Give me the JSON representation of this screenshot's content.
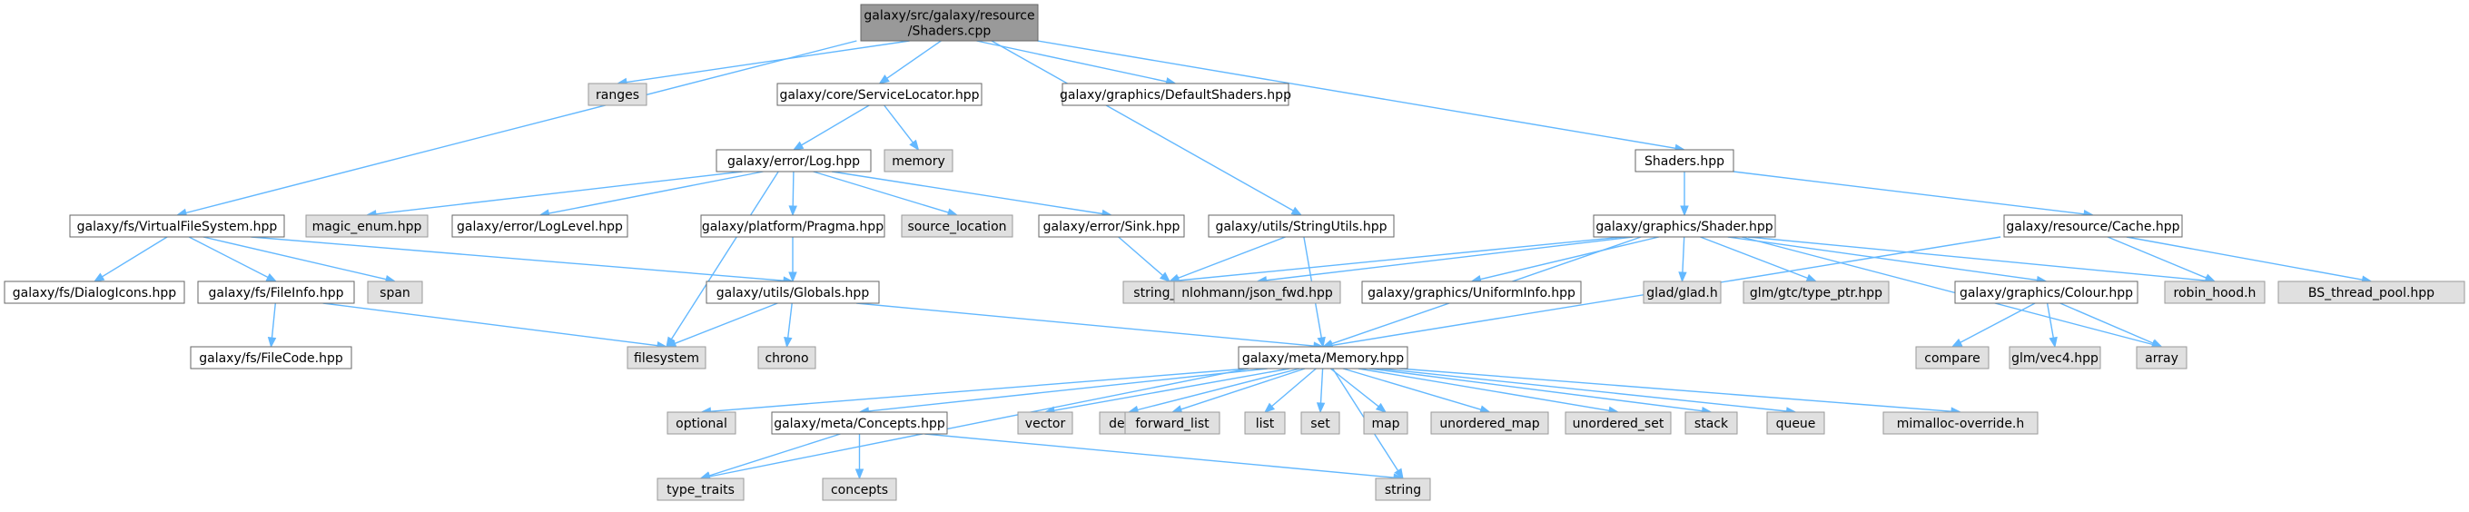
{
  "diagram": {
    "nodes": [
      {
        "id": "root",
        "label": [
          "galaxy/src/galaxy/resource",
          "/Shaders.cpp"
        ],
        "kind": "root"
      },
      {
        "id": "ranges",
        "label": [
          "ranges"
        ],
        "kind": "external"
      },
      {
        "id": "servicelocator",
        "label": [
          "galaxy/core/ServiceLocator.hpp"
        ],
        "kind": "local"
      },
      {
        "id": "defaultshaders",
        "label": [
          "galaxy/graphics/DefaultShaders.hpp"
        ],
        "kind": "local"
      },
      {
        "id": "memory",
        "label": [
          "memory"
        ],
        "kind": "external"
      },
      {
        "id": "log",
        "label": [
          "galaxy/error/Log.hpp"
        ],
        "kind": "local"
      },
      {
        "id": "shadershpp",
        "label": [
          "Shaders.hpp"
        ],
        "kind": "local"
      },
      {
        "id": "vfs",
        "label": [
          "galaxy/fs/VirtualFileSystem.hpp"
        ],
        "kind": "local"
      },
      {
        "id": "magicenum",
        "label": [
          "magic_enum.hpp"
        ],
        "kind": "external"
      },
      {
        "id": "loglevel",
        "label": [
          "galaxy/error/LogLevel.hpp"
        ],
        "kind": "local"
      },
      {
        "id": "pragma",
        "label": [
          "galaxy/platform/Pragma.hpp"
        ],
        "kind": "local"
      },
      {
        "id": "sourcelocation",
        "label": [
          "source_location"
        ],
        "kind": "external"
      },
      {
        "id": "sink",
        "label": [
          "galaxy/error/Sink.hpp"
        ],
        "kind": "local"
      },
      {
        "id": "stringutils",
        "label": [
          "galaxy/utils/StringUtils.hpp"
        ],
        "kind": "local"
      },
      {
        "id": "shaderhpp",
        "label": [
          "galaxy/graphics/Shader.hpp"
        ],
        "kind": "local"
      },
      {
        "id": "cache",
        "label": [
          "galaxy/resource/Cache.hpp"
        ],
        "kind": "local"
      },
      {
        "id": "dialogicons",
        "label": [
          "galaxy/fs/DialogIcons.hpp"
        ],
        "kind": "local"
      },
      {
        "id": "fileinfo",
        "label": [
          "galaxy/fs/FileInfo.hpp"
        ],
        "kind": "local"
      },
      {
        "id": "span",
        "label": [
          "span"
        ],
        "kind": "external"
      },
      {
        "id": "globals",
        "label": [
          "galaxy/utils/Globals.hpp"
        ],
        "kind": "local"
      },
      {
        "id": "stringview",
        "label": [
          "string_view"
        ],
        "kind": "external"
      },
      {
        "id": "jsonfwd",
        "label": [
          "nlohmann/json_fwd.hpp"
        ],
        "kind": "external"
      },
      {
        "id": "uniforminfo",
        "label": [
          "galaxy/graphics/UniformInfo.hpp"
        ],
        "kind": "local"
      },
      {
        "id": "glad",
        "label": [
          "glad/glad.h"
        ],
        "kind": "external"
      },
      {
        "id": "typeptr",
        "label": [
          "glm/gtc/type_ptr.hpp"
        ],
        "kind": "external"
      },
      {
        "id": "colour",
        "label": [
          "galaxy/graphics/Colour.hpp"
        ],
        "kind": "local"
      },
      {
        "id": "robinhood",
        "label": [
          "robin_hood.h"
        ],
        "kind": "external"
      },
      {
        "id": "bsthreadpool",
        "label": [
          "BS_thread_pool.hpp"
        ],
        "kind": "external"
      },
      {
        "id": "filecode",
        "label": [
          "galaxy/fs/FileCode.hpp"
        ],
        "kind": "local"
      },
      {
        "id": "filesystem",
        "label": [
          "filesystem"
        ],
        "kind": "external"
      },
      {
        "id": "chrono",
        "label": [
          "chrono"
        ],
        "kind": "external"
      },
      {
        "id": "metamemory",
        "label": [
          "galaxy/meta/Memory.hpp"
        ],
        "kind": "local"
      },
      {
        "id": "compare",
        "label": [
          "compare"
        ],
        "kind": "external"
      },
      {
        "id": "vec4",
        "label": [
          "glm/vec4.hpp"
        ],
        "kind": "external"
      },
      {
        "id": "array",
        "label": [
          "array"
        ],
        "kind": "external"
      },
      {
        "id": "optional",
        "label": [
          "optional"
        ],
        "kind": "external"
      },
      {
        "id": "concepts_hpp",
        "label": [
          "galaxy/meta/Concepts.hpp"
        ],
        "kind": "local"
      },
      {
        "id": "vector",
        "label": [
          "vector"
        ],
        "kind": "external"
      },
      {
        "id": "deque",
        "label": [
          "deque"
        ],
        "kind": "external"
      },
      {
        "id": "forwardlist",
        "label": [
          "forward_list"
        ],
        "kind": "external"
      },
      {
        "id": "list",
        "label": [
          "list"
        ],
        "kind": "external"
      },
      {
        "id": "set",
        "label": [
          "set"
        ],
        "kind": "external"
      },
      {
        "id": "map",
        "label": [
          "map"
        ],
        "kind": "external"
      },
      {
        "id": "unorderedmap",
        "label": [
          "unordered_map"
        ],
        "kind": "external"
      },
      {
        "id": "unorderedset",
        "label": [
          "unordered_set"
        ],
        "kind": "external"
      },
      {
        "id": "stack",
        "label": [
          "stack"
        ],
        "kind": "external"
      },
      {
        "id": "queue",
        "label": [
          "queue"
        ],
        "kind": "external"
      },
      {
        "id": "mimalloc",
        "label": [
          "mimalloc-override.h"
        ],
        "kind": "external"
      },
      {
        "id": "typetraits",
        "label": [
          "type_traits"
        ],
        "kind": "external"
      },
      {
        "id": "concepts",
        "label": [
          "concepts"
        ],
        "kind": "external"
      },
      {
        "id": "string",
        "label": [
          "string"
        ],
        "kind": "external"
      }
    ],
    "edges": [
      [
        "root",
        "ranges"
      ],
      [
        "root",
        "servicelocator"
      ],
      [
        "root",
        "defaultshaders"
      ],
      [
        "root",
        "shadershpp"
      ],
      [
        "root",
        "vfs"
      ],
      [
        "root",
        "stringutils"
      ],
      [
        "servicelocator",
        "memory"
      ],
      [
        "servicelocator",
        "log"
      ],
      [
        "log",
        "magicenum"
      ],
      [
        "log",
        "loglevel"
      ],
      [
        "log",
        "pragma"
      ],
      [
        "log",
        "sourcelocation"
      ],
      [
        "log",
        "sink"
      ],
      [
        "log",
        "filesystem"
      ],
      [
        "pragma",
        "globals"
      ],
      [
        "sink",
        "stringview"
      ],
      [
        "stringutils",
        "stringview"
      ],
      [
        "stringutils",
        "metamemory"
      ],
      [
        "shadershpp",
        "shaderhpp"
      ],
      [
        "shadershpp",
        "cache"
      ],
      [
        "shaderhpp",
        "stringview"
      ],
      [
        "shaderhpp",
        "jsonfwd"
      ],
      [
        "shaderhpp",
        "uniforminfo"
      ],
      [
        "shaderhpp",
        "glad"
      ],
      [
        "shaderhpp",
        "typeptr"
      ],
      [
        "shaderhpp",
        "colour"
      ],
      [
        "shaderhpp",
        "robinhood"
      ],
      [
        "shaderhpp",
        "array"
      ],
      [
        "shaderhpp",
        "metamemory"
      ],
      [
        "cache",
        "robinhood"
      ],
      [
        "cache",
        "bsthreadpool"
      ],
      [
        "cache",
        "metamemory"
      ],
      [
        "vfs",
        "dialogicons"
      ],
      [
        "vfs",
        "fileinfo"
      ],
      [
        "vfs",
        "span"
      ],
      [
        "vfs",
        "globals"
      ],
      [
        "fileinfo",
        "filecode"
      ],
      [
        "fileinfo",
        "filesystem"
      ],
      [
        "globals",
        "filesystem"
      ],
      [
        "globals",
        "chrono"
      ],
      [
        "globals",
        "metamemory"
      ],
      [
        "colour",
        "compare"
      ],
      [
        "colour",
        "vec4"
      ],
      [
        "colour",
        "array"
      ],
      [
        "metamemory",
        "optional"
      ],
      [
        "metamemory",
        "concepts_hpp"
      ],
      [
        "metamemory",
        "vector"
      ],
      [
        "metamemory",
        "deque"
      ],
      [
        "metamemory",
        "forwardlist"
      ],
      [
        "metamemory",
        "list"
      ],
      [
        "metamemory",
        "set"
      ],
      [
        "metamemory",
        "map"
      ],
      [
        "metamemory",
        "unorderedmap"
      ],
      [
        "metamemory",
        "unorderedset"
      ],
      [
        "metamemory",
        "stack"
      ],
      [
        "metamemory",
        "queue"
      ],
      [
        "metamemory",
        "mimalloc"
      ],
      [
        "metamemory",
        "typetraits"
      ],
      [
        "metamemory",
        "string"
      ],
      [
        "concepts_hpp",
        "typetraits"
      ],
      [
        "concepts_hpp",
        "concepts"
      ],
      [
        "concepts_hpp",
        "string"
      ]
    ],
    "colors": {
      "edge": "#63b8ff",
      "root_fill": "#999999",
      "local_fill": "#ffffff",
      "external_fill": "#e0e0e0"
    }
  }
}
